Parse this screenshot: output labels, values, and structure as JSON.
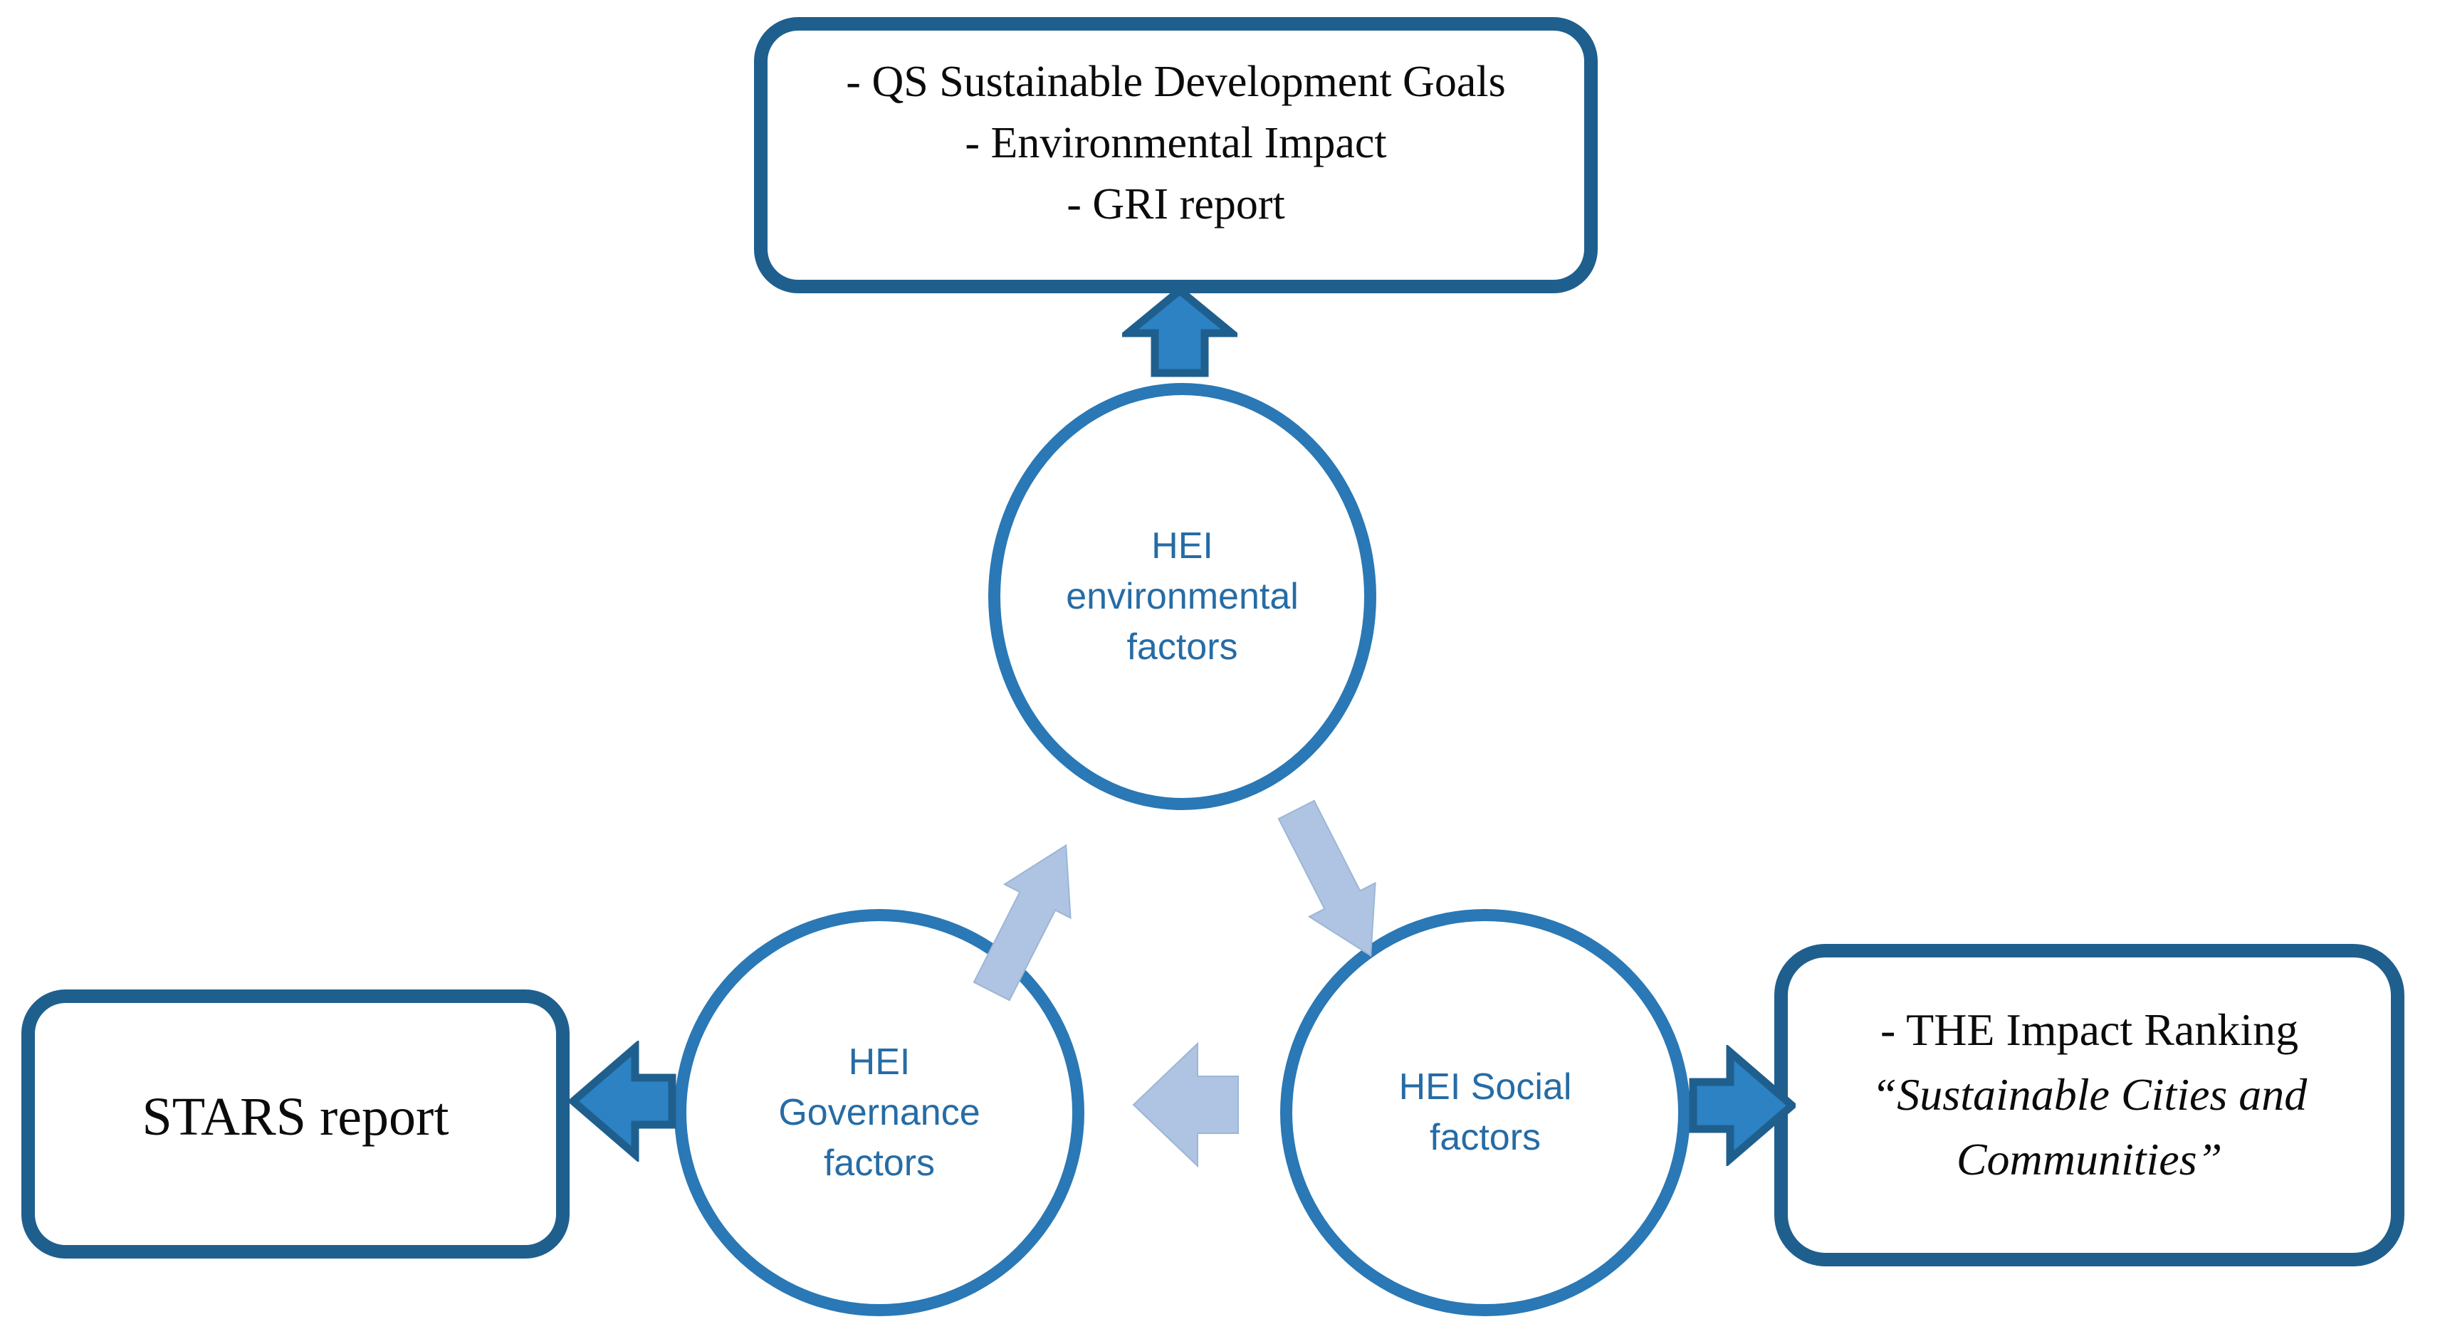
{
  "colors": {
    "box_border": "#1F5F8E",
    "circle_border": "#2A78B5",
    "circle_text": "#266CA5",
    "connector_arrow_fill": "#2C82C3",
    "connector_arrow_stroke": "#1F5F8E",
    "cycle_arrow_fill": "#AEC4E2",
    "box_text": "#0B0B0B",
    "background": "#FFFFFF"
  },
  "boxes": {
    "environmental_reports": {
      "lines": [
        "- QS Sustainable Development Goals",
        "- Environmental Impact",
        "- GRI report"
      ]
    },
    "stars": {
      "label": "STARS report"
    },
    "impact_ranking": {
      "line1": "- THE Impact Ranking",
      "line2": "“Sustainable Cities and",
      "line3": "Communities”"
    }
  },
  "circles": {
    "environmental": {
      "line1": "HEI",
      "line2": "environmental",
      "line3": "factors"
    },
    "governance": {
      "line1": "HEI",
      "line2": "Governance",
      "line3": "factors"
    },
    "social": {
      "line1": "HEI Social",
      "line2": "factors"
    }
  },
  "arrows": {
    "environmental_to_reports": "up",
    "governance_to_stars": "left",
    "social_to_impact_ranking": "right",
    "governance_to_environmental": "up-right",
    "environmental_to_social": "down-right",
    "social_to_governance": "left"
  }
}
